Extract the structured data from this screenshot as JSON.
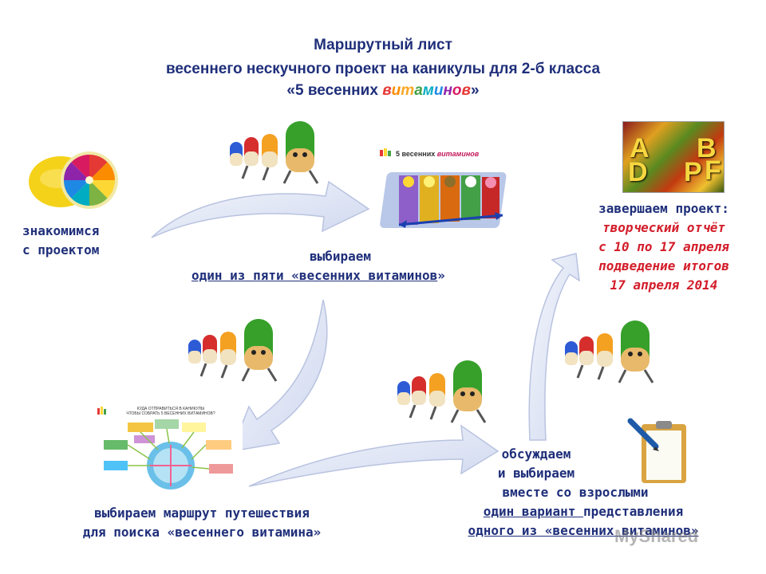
{
  "header": {
    "line1": "Маршрутный лист",
    "line2": "весеннего  нескучного  проект на каникулы для 2-б класса",
    "line3_open": "«5 весенних ",
    "line3_word": "витаминов",
    "line3_close": "»"
  },
  "steps": {
    "meet_l1": "знакомимся",
    "meet_l2": "с проектом",
    "choose_l1": "выбираем",
    "choose_l2": "один из пяти «весенних витаминов",
    "choose_l2_end": "»",
    "finish_l1": "завершаем проект:",
    "finish_l2": "творческий отчёт",
    "finish_l3": "с 10 по 17 апреля",
    "finish_l4": "подведение итогов",
    "finish_l5": "17 апреля 2014",
    "discuss_l1": "обсуждаем",
    "discuss_l2": "и выбираем",
    "discuss_l3": "вместе со взрослыми",
    "discuss_l4a": "один вариант ",
    "discuss_l4b": "представления",
    "discuss_l5": "одного из «весенних витаминов»",
    "route_l1": "выбираем маршрут путешествия",
    "route_l2": "для  поиска «весеннего витамина»"
  },
  "board_top": {
    "title_a": "5 весенних ",
    "title_b": "витаминов"
  },
  "board_bottom": {
    "title_l1": "КУДА ОТПРАВИТЬСЯ В КАНИКУЛЫ",
    "title_l2": "ЧТОБЫ СОБРАТЬ 5 ВЕСЕННИХ ВИТАМИНОВ?"
  },
  "photo_letters": [
    "A",
    "B",
    "D",
    "P",
    "F"
  ],
  "watermark": "MyShared",
  "colors": {
    "title": "#1f2f7a",
    "highlight": "#d31d2a",
    "arrow_fill": "#e6ebf7",
    "arrow_stroke": "#b9c3e0"
  },
  "icons": {
    "lemon": "citrus-rainbow-icon",
    "pills": "pill-characters-icon",
    "clipboard": "clipboard-pen-icon"
  }
}
